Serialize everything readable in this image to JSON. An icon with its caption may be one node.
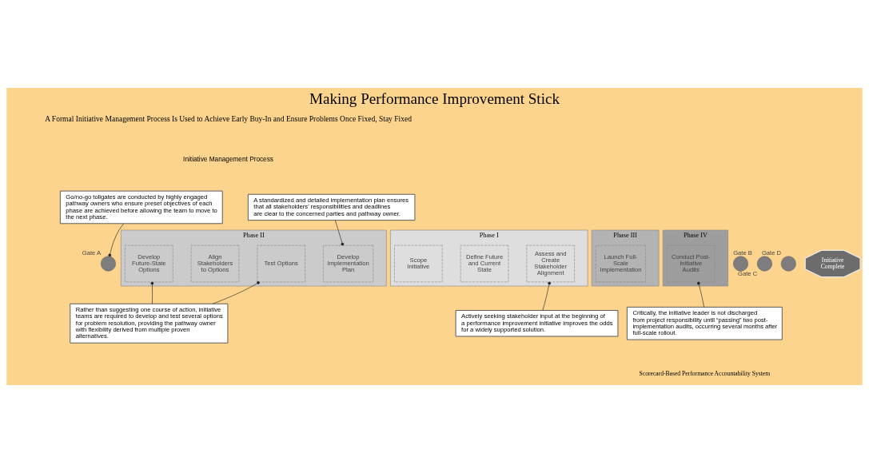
{
  "diagram": {
    "title": "Making Performance Improvement Stick",
    "nodes": [
      {
        "text": [
          "Go/no-go tollgates are conducted by highly engaged pathway owners who ensure preset objectives of each phase are achieved before allowing the team to move to the next phase."
        ]
      },
      {
        "text": [
          "A standardized and detailed implementation plan ensures that all stakeholders' responsibilities and deadlines are clear to the concerned parties and pathway owner."
        ]
      },
      {
        "text": [
          "Phase I"
        ]
      },
      {
        "text": [
          "Scope Initiative"
        ],
        "in": 2
      },
      {
        "text": [
          "Define Future and Current State"
        ],
        "in": 2
      },
      {
        "text": [
          "Assess and Create Stakeholder Alignment"
        ],
        "in": 2
      },
      {
        "text": [],
        "shape": "circle",
        "beside": [
          "Gate A"
        ]
      },
      {
        "text": [
          "Phase II"
        ]
      },
      {
        "text": [
          "Develop Future-State Options"
        ],
        "in": 7
      },
      {
        "text": [
          "Align Stakeholders to Options"
        ],
        "in": 7
      },
      {
        "text": [
          "Test Options"
        ],
        "in": 7
      },
      {
        "text": [
          "Develop Implementation Plan"
        ],
        "in": 7
      },
      {
        "text": [],
        "shape": "circle",
        "beside": [
          "Gate B"
        ]
      },
      {
        "text": [
          "Phase III"
        ]
      },
      {
        "text": [
          "Launch Full-Scale Implementation"
        ],
        "in": 13
      },
      {
        "text": [],
        "shape": "circle",
        "beside": [
          "Gate C"
        ]
      },
      {
        "text": [
          "Phase IV"
        ]
      },
      {
        "text": [
          "Conduct Post-Initiative Audits"
        ],
        "in": 16
      },
      {
        "text": [],
        "shape": "circle",
        "beside": [
          "Gate D"
        ]
      },
      {
        "text": [
          "Initiative Complete"
        ]
      },
      {
        "text": [
          "Actively seeking stakeholder input at the beginning of a performance improvement initiative improves the odds for a widely supported solution."
        ]
      },
      {
        "text": [
          "Rather than suggesting one course of action, initiative teams are required to develop and test several options for problem resolution, providing the pathway owner with flexibility derived from multiple proven alternatives."
        ]
      },
      {
        "text": [
          "Critically, the initiative leader is not discharged from project responsibility until “passing” two post-implementation audits, occurring several months after full-scale rollout."
        ]
      }
    ],
    "edges": [
      {
        "from": 0,
        "to": 6,
        "arrow": "other"
      },
      {
        "from": 1,
        "to": 11,
        "arrow": "other"
      },
      {
        "from": 20,
        "to": 5,
        "arrow": "other"
      },
      {
        "from": 21,
        "to": 8,
        "arrow": "other"
      },
      {
        "from": 21,
        "to": 10,
        "arrow": "other"
      },
      {
        "from": 22,
        "to": 17,
        "arrow": "other"
      }
    ],
    "labels": [
      "A Formal Initiative Management Process Is Used to Achieve Early Buy-In and Ensure Problems Once Fixed, Stay Fixed",
      "Initiative Management Process",
      "Scorecard-Based Performance Accountability System"
    ]
  }
}
